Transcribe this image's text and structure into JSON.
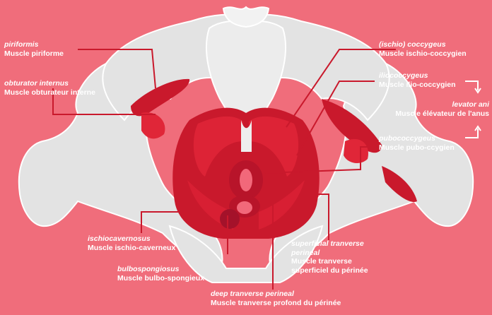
{
  "colors": {
    "background": "#f06d7b",
    "bone": "#e3e3e3",
    "bone_outline": "#ffffff",
    "muscle_dark": "#c9192c",
    "muscle_mid": "#e02638",
    "muscle_light": "#f2687a",
    "leader_line": "#c9192c"
  },
  "labels": {
    "piriformis": {
      "latin": "piriformis",
      "french": "Muscle piriforme"
    },
    "obturator_internus": {
      "latin": "obturator internus",
      "french": "Muscle obturateur interne"
    },
    "ischio_coccygeus": {
      "latin": "(ischio) coccygeus",
      "french": "Muscle ischio-coccygien"
    },
    "iliococcygeus": {
      "latin": "iliococcygeus",
      "french": "Muscle ilio-coccygien"
    },
    "levator_ani": {
      "latin": "levator ani",
      "french": "Muscle élévateur de l'anus"
    },
    "pubococcygeus": {
      "latin": "pubococcygeus",
      "french": "Muscle pubo-ccygien"
    },
    "ischiocavernosus": {
      "latin": "ischiocavernosus",
      "french": "Muscle ischio-caverneux"
    },
    "bulbospongiosus": {
      "latin": "bulbospongiosus",
      "french": "Muscle bulbo-spongieux"
    },
    "superficial_transverse_perineal": {
      "latin_line1": "superficial tranverse",
      "latin_line2": "perineal",
      "french_line1": "Muscle tranverse",
      "french_line2": "superficiel du périnée"
    },
    "deep_transverse_perineal": {
      "latin": "deep tranverse perineal",
      "french": "Muscle tranverse profond du périnée"
    }
  }
}
